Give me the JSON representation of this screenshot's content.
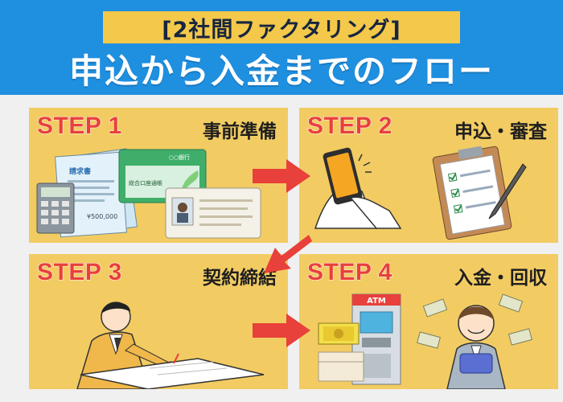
{
  "header": {
    "subtitle": "[2社間ファクタリング]",
    "title": "申込から入金までのフロー"
  },
  "colors": {
    "header_blue": "#1f8fe0",
    "subtitle_band": "#f4c84a",
    "panel": "#f2cc63",
    "step_red": "#e8403a",
    "arrow_red": "#e8403a"
  },
  "steps": [
    {
      "label": "STEP 1",
      "title": "事前準備",
      "illustration": {
        "invoice_title": "請求書",
        "invoice_amount": "¥500,000",
        "card_bank": "○○銀行",
        "card_label": "総合口座通帳"
      }
    },
    {
      "label": "STEP 2",
      "title": "申込・審査"
    },
    {
      "label": "STEP 3",
      "title": "契約締結"
    },
    {
      "label": "STEP 4",
      "title": "入金・回収",
      "illustration": {
        "atm_label": "ATM"
      }
    }
  ]
}
